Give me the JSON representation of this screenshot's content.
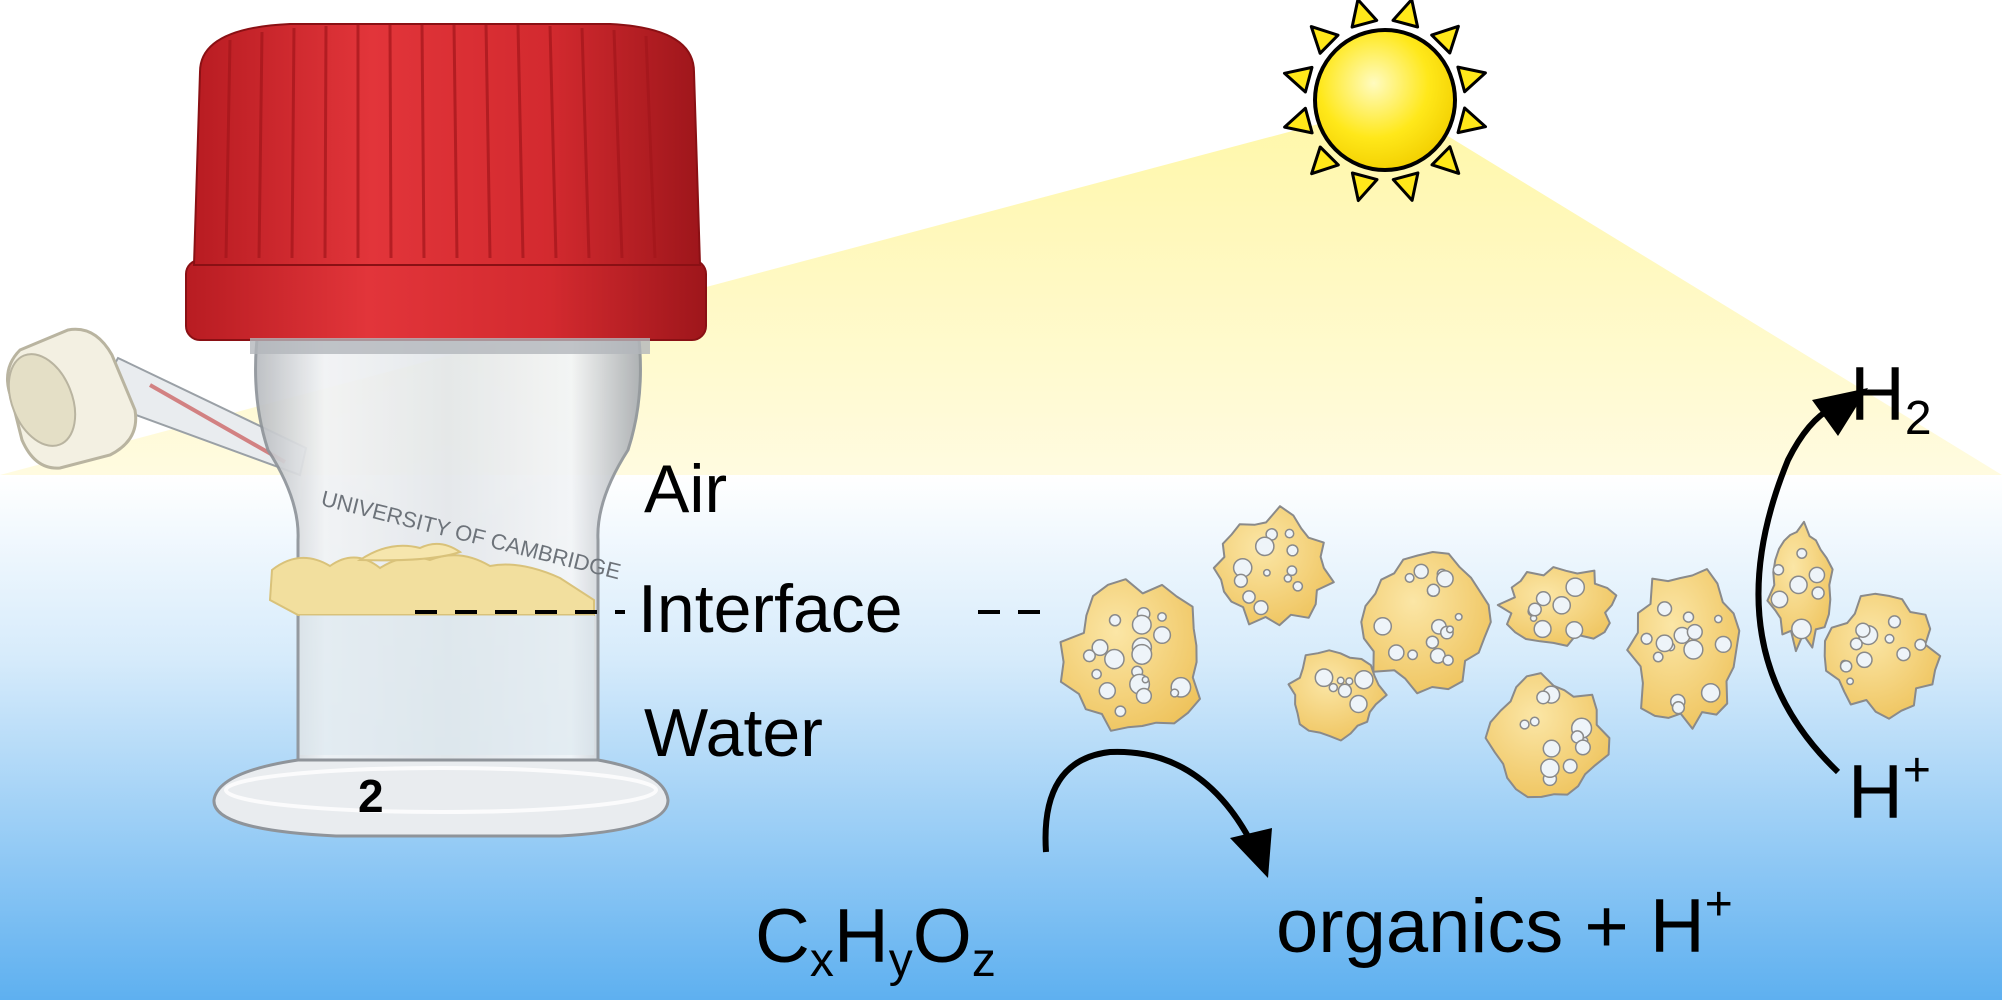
{
  "labels": {
    "air": "Air",
    "interface": "Interface",
    "water": "Water",
    "h2_main": "H",
    "h2_sub": "2",
    "hplus_main": "H",
    "hplus_sup": "+",
    "substrate_c": "C",
    "substrate_x": "x",
    "substrate_h": "H",
    "substrate_y": "y",
    "substrate_o": "O",
    "substrate_z": "z",
    "product_main": "organics + H",
    "product_sup": "+",
    "vial_number": "2",
    "vial_etching": "UNIVERSITY OF CAMBRIDGE"
  },
  "colors": {
    "cap_red": "#d8262b",
    "sun_yellow": "#ffe81a",
    "light_beam": "#fff6a0",
    "water_top": "#ffffff",
    "water_bottom": "#5eb0f0",
    "particle_fill": "#f4cf6a",
    "particle_outline": "#8a8a8a"
  },
  "icons": {
    "sun": "sun-icon",
    "arrow_h2": "curved-arrow-up-icon",
    "arrow_oxidation": "curved-arrow-down-icon"
  }
}
